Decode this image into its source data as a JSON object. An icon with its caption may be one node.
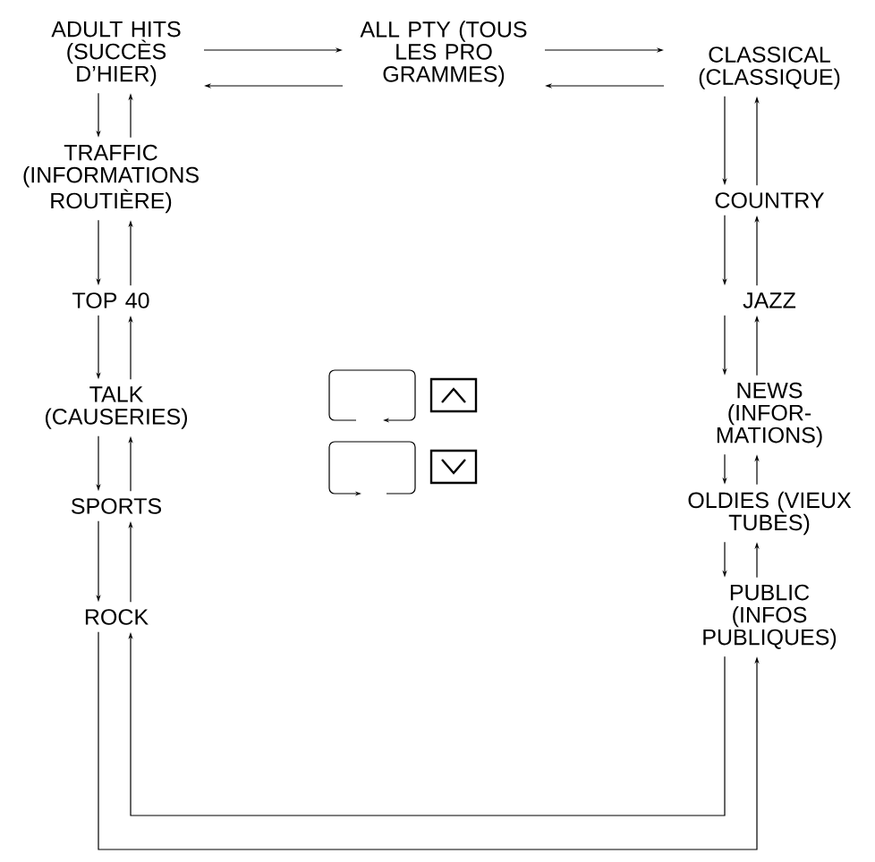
{
  "diagram": {
    "nodes": [
      {
        "text": [
          "ADULT HITS (SUCCÈS D’HIER)"
        ]
      },
      {
        "text": [
          "ALL PTY (TOUS LES PRO GRAMMES)"
        ]
      },
      {
        "text": [
          "CLASSICAL (CLASSIQUE)"
        ]
      },
      {
        "text": [
          "TRAFFIC (INFORMATIONS ROUTIÈRE)"
        ]
      },
      {
        "text": [
          "COUNTRY"
        ]
      },
      {
        "text": [
          "TOP 40"
        ]
      },
      {
        "text": [
          "JAZZ"
        ]
      },
      {
        "text": [
          "TALK (CAUSERIES)"
        ]
      },
      {
        "text": [
          "NEWS (INFOR- MATIONS)"
        ]
      },
      {
        "text": [
          "SPORTS"
        ]
      },
      {
        "text": [
          "OLDIES (VIEUX TUBES)"
        ]
      },
      {
        "text": [
          "ROCK"
        ]
      },
      {
        "text": [
          "PUBLIC (INFOS PUBLIQUES)"
        ]
      }
    ],
    "edges": [
      {
        "from": 0,
        "to": 1,
        "arrow": "to"
      },
      {
        "from": 1,
        "to": 0,
        "arrow": "to"
      },
      {
        "from": 1,
        "to": 2,
        "arrow": "to"
      },
      {
        "from": 2,
        "to": 1,
        "arrow": "to"
      },
      {
        "from": 0,
        "to": 3,
        "arrow": "to"
      },
      {
        "from": 3,
        "to": 0,
        "arrow": "to"
      },
      {
        "from": 3,
        "to": 5,
        "arrow": "to"
      },
      {
        "from": 5,
        "to": 3,
        "arrow": "to"
      },
      {
        "from": 5,
        "to": 7,
        "arrow": "to"
      },
      {
        "from": 7,
        "to": 5,
        "arrow": "to"
      },
      {
        "from": 7,
        "to": 9,
        "arrow": "to"
      },
      {
        "from": 9,
        "to": 7,
        "arrow": "to"
      },
      {
        "from": 9,
        "to": 11,
        "arrow": "to"
      },
      {
        "from": 11,
        "to": 9,
        "arrow": "to"
      },
      {
        "from": 2,
        "to": 4,
        "arrow": "to"
      },
      {
        "from": 4,
        "to": 2,
        "arrow": "to"
      },
      {
        "from": 4,
        "to": 6,
        "arrow": "to"
      },
      {
        "from": 6,
        "to": 4,
        "arrow": "to"
      },
      {
        "from": 6,
        "to": 8,
        "arrow": "to"
      },
      {
        "from": 8,
        "to": 6,
        "arrow": "to"
      },
      {
        "from": 8,
        "to": 10,
        "arrow": "to"
      },
      {
        "from": 10,
        "to": 8,
        "arrow": "to"
      },
      {
        "from": 10,
        "to": 12,
        "arrow": "to"
      },
      {
        "from": 12,
        "to": 10,
        "arrow": "to"
      },
      {
        "from": 11,
        "to": 12,
        "arrow": "to"
      },
      {
        "from": 12,
        "to": 11,
        "arrow": "to"
      }
    ]
  }
}
